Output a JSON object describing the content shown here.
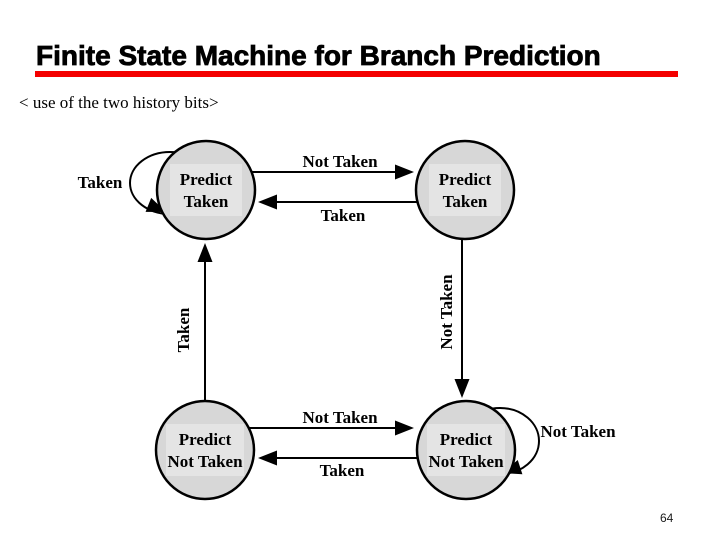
{
  "slide": {
    "title": "Finite State Machine for Branch Prediction",
    "subtitle": "< use of the two history bits>",
    "page_number": "64"
  },
  "colors": {
    "title_text": "#000000",
    "accent_bar": "#f40000",
    "state_fill": "#d7d7d7",
    "state_inner_box": "#e4e4e4",
    "stroke": "#000000",
    "background": "#ffffff"
  },
  "diagram": {
    "type": "state-machine",
    "states": [
      {
        "position": "top-left",
        "line1": "Predict",
        "line2": "Taken",
        "self_loop_label": "Taken"
      },
      {
        "position": "top-right",
        "line1": "Predict",
        "line2": "Taken"
      },
      {
        "position": "bottom-left",
        "line1": "Predict",
        "line2": "Not Taken"
      },
      {
        "position": "bottom-right",
        "line1": "Predict",
        "line2": "Not Taken",
        "self_loop_label": "Not Taken"
      }
    ],
    "transitions": [
      {
        "from": "top-left",
        "to": "top-right",
        "label": "Not Taken"
      },
      {
        "from": "top-right",
        "to": "top-left",
        "label": "Taken"
      },
      {
        "from": "bottom-left",
        "to": "top-left",
        "label": "Taken"
      },
      {
        "from": "top-right",
        "to": "bottom-right",
        "label": "Not Taken"
      },
      {
        "from": "bottom-left",
        "to": "bottom-right",
        "label": "Not Taken"
      },
      {
        "from": "bottom-right",
        "to": "bottom-left",
        "label": "Taken"
      },
      {
        "from": "top-left",
        "to": "top-left",
        "label": "Taken"
      },
      {
        "from": "bottom-right",
        "to": "bottom-right",
        "label": "Not Taken"
      }
    ]
  }
}
